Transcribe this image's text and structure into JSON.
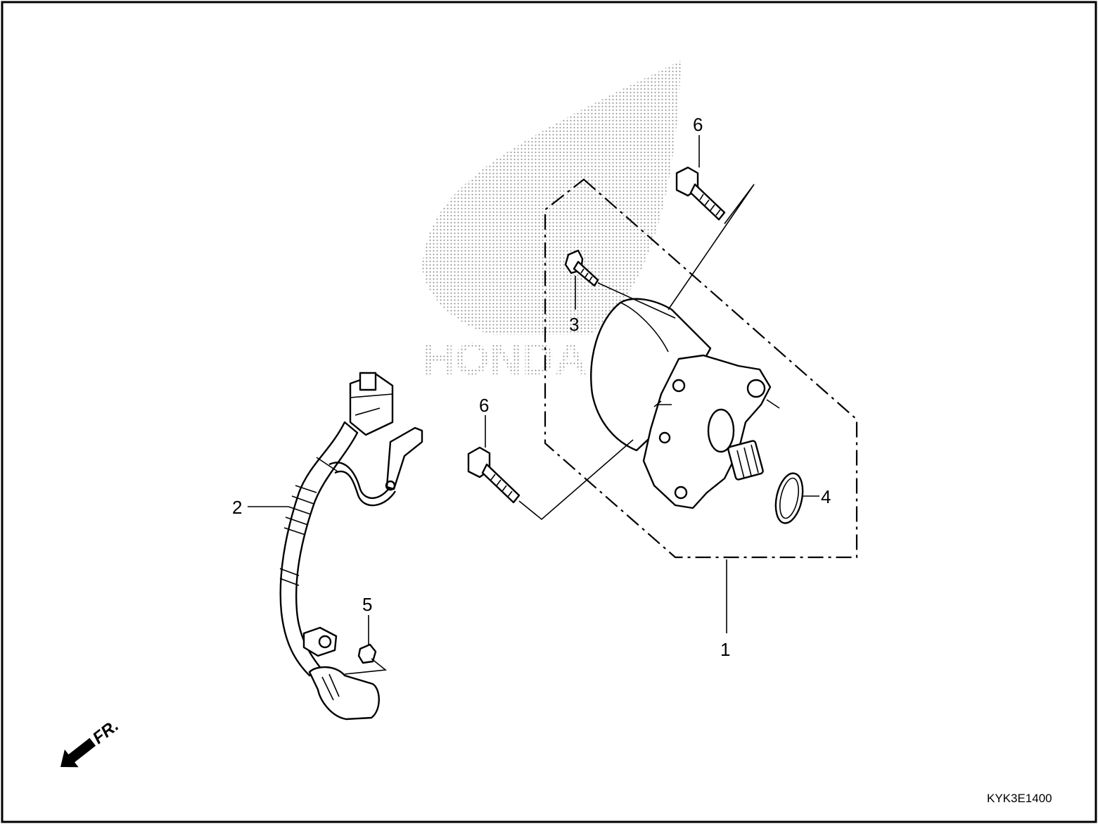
{
  "diagram": {
    "callouts": [
      "1",
      "2",
      "3",
      "4",
      "5",
      "6",
      "6"
    ],
    "direction_label": "FR.",
    "diagram_code": "KYK3E1400",
    "watermark": "HONDA"
  }
}
